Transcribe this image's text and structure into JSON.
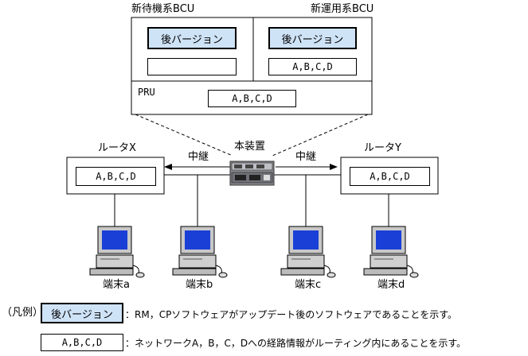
{
  "bcu": {
    "standby_label": "新待機系BCU",
    "active_label": "新運用系BCU",
    "standby_version_box": "後バージョン",
    "standby_routes_box": "",
    "active_version_box": "後バージョン",
    "active_routes_box": "A,B,C,D",
    "pru_label": "PRU",
    "pru_routes_box": "A,B,C,D"
  },
  "device": {
    "label": "本装置"
  },
  "relay": {
    "left_label": "中継",
    "right_label": "中継"
  },
  "router_x": {
    "label": "ルータX",
    "routes": "A,B,C,D"
  },
  "router_y": {
    "label": "ルータY",
    "routes": "A,B,C,D"
  },
  "terminals": [
    {
      "label": "端末a"
    },
    {
      "label": "端末b"
    },
    {
      "label": "端末c"
    },
    {
      "label": "端末d"
    }
  ],
  "legend": {
    "title": "（凡例）",
    "version_sample": "後バージョン",
    "version_desc": "：RM，CPソフトウェアがアップデート後のソフトウェアであることを示す。",
    "routes_sample": "A,B,C,D",
    "routes_desc": "：ネットワークA，B，C，Dへの経路情報がルーティング内にあることを示す。"
  },
  "colors": {
    "highlight": "#cfe3f7",
    "screen": "#1a3fd6"
  }
}
